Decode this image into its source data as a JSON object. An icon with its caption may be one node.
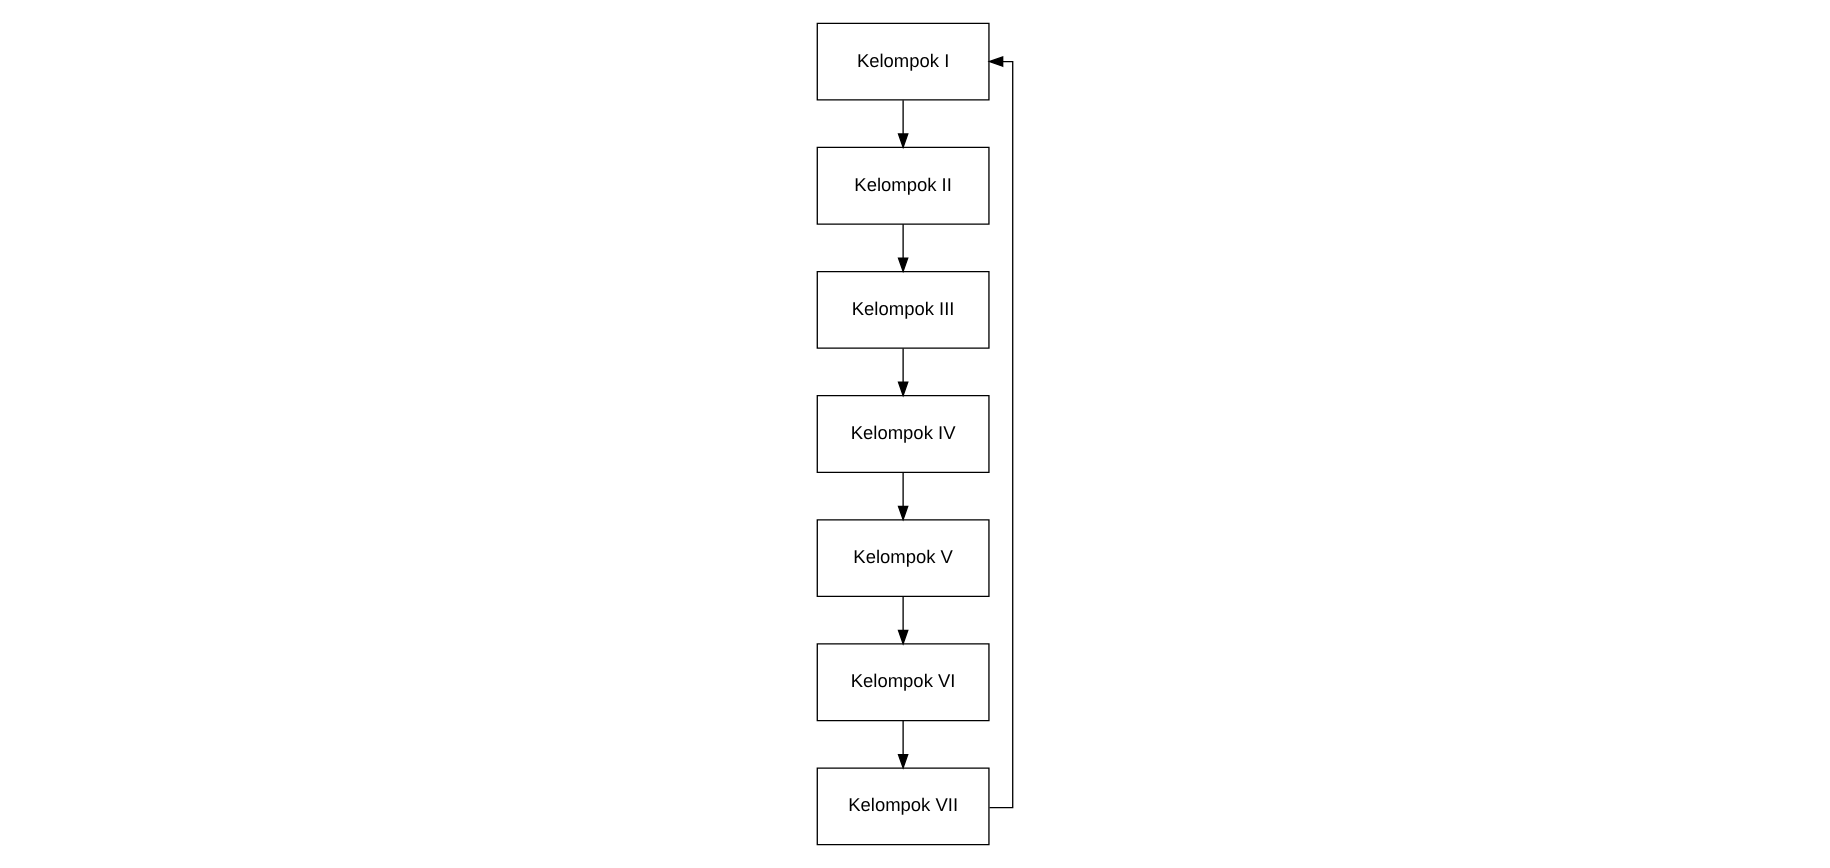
{
  "diagram": {
    "nodes": [
      {
        "text": [
          "Kelompok I"
        ]
      },
      {
        "text": [
          "Kelompok II"
        ]
      },
      {
        "text": [
          "Kelompok III"
        ]
      },
      {
        "text": [
          "Kelompok IV"
        ]
      },
      {
        "text": [
          "Kelompok V"
        ]
      },
      {
        "text": [
          "Kelompok VI"
        ]
      },
      {
        "text": [
          "Kelompok VII"
        ]
      }
    ],
    "edges": [
      {
        "from": 0,
        "to": 1,
        "arrow": "to"
      },
      {
        "from": 1,
        "to": 2,
        "arrow": "to"
      },
      {
        "from": 2,
        "to": 3,
        "arrow": "to"
      },
      {
        "from": 3,
        "to": 4,
        "arrow": "to"
      },
      {
        "from": 4,
        "to": 5,
        "arrow": "to"
      },
      {
        "from": 5,
        "to": 6,
        "arrow": "to"
      },
      {
        "from": 6,
        "to": 0,
        "arrow": "to"
      }
    ]
  }
}
